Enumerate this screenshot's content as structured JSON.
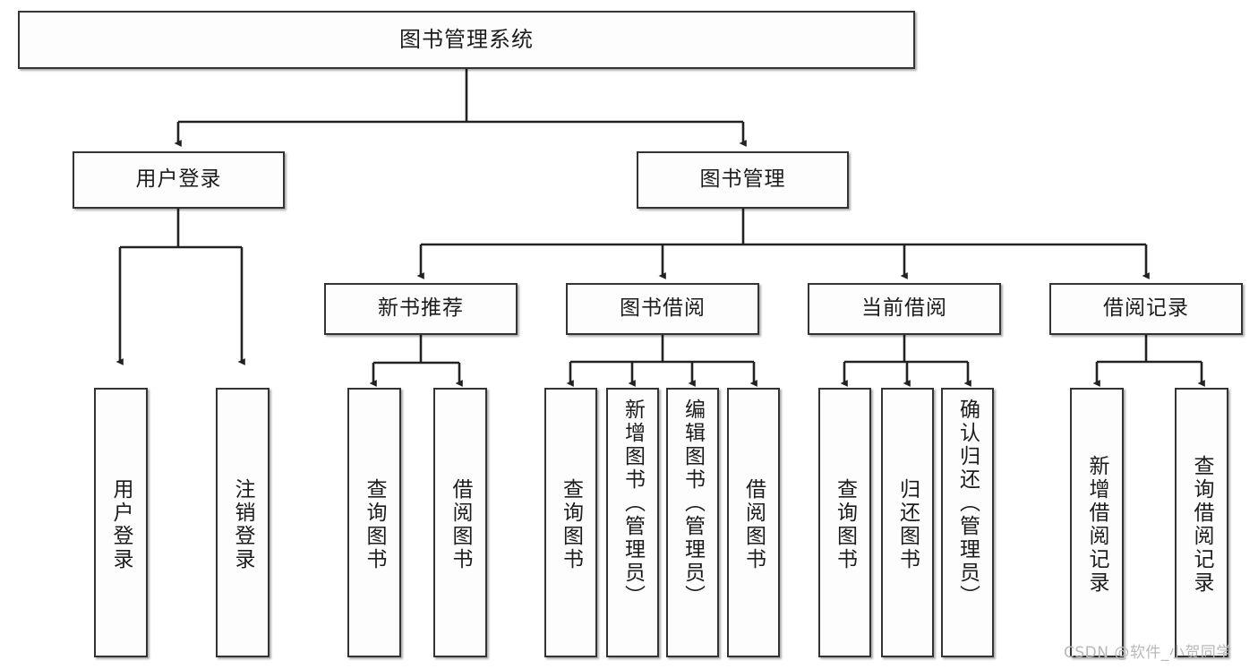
{
  "diagram": {
    "title": "图书管理系统",
    "type": "hierarchy-tree",
    "root": {
      "id": "root",
      "label": "图书管理系统"
    },
    "level2": [
      {
        "id": "user-login",
        "label": "用户登录"
      },
      {
        "id": "book-manage",
        "label": "图书管理"
      }
    ],
    "level3": [
      {
        "id": "new-book-recommend",
        "label": "新书推荐"
      },
      {
        "id": "book-borrow",
        "label": "图书借阅"
      },
      {
        "id": "current-borrow",
        "label": "当前借阅"
      },
      {
        "id": "borrow-record",
        "label": "借阅记录"
      }
    ],
    "leaves": {
      "user_login": [
        {
          "id": "leaf-user-login",
          "label": "用户登录"
        },
        {
          "id": "leaf-logout-login",
          "label": "注销登录"
        }
      ],
      "new_book_recommend": [
        {
          "id": "leaf-query-book-1",
          "label": "查询图书"
        },
        {
          "id": "leaf-borrow-book-1",
          "label": "借阅图书"
        }
      ],
      "book_borrow": [
        {
          "id": "leaf-query-book-2",
          "label": "查询图书"
        },
        {
          "id": "leaf-add-book",
          "label": "新增图书（管理员）"
        },
        {
          "id": "leaf-edit-book",
          "label": "编辑图书（管理员）"
        },
        {
          "id": "leaf-borrow-book-2",
          "label": "借阅图书"
        }
      ],
      "current_borrow": [
        {
          "id": "leaf-query-book-3",
          "label": "查询图书"
        },
        {
          "id": "leaf-return-book",
          "label": "归还图书"
        },
        {
          "id": "leaf-confirm-return",
          "label": "确认归还（管理员）"
        }
      ],
      "borrow_record": [
        {
          "id": "leaf-add-borrow-record",
          "label": "新增借阅记录"
        },
        {
          "id": "leaf-query-borrow-record",
          "label": "查询借阅记录"
        }
      ]
    },
    "colors": {
      "background": "#ffffff",
      "box_fill": "#fdfdfd",
      "box_border": "#333333",
      "edge": "#222222",
      "text": "#1c1c1c",
      "watermark": "#b9b9b9"
    }
  },
  "watermark": {
    "text": "CSDN @软件_小贺同学"
  }
}
